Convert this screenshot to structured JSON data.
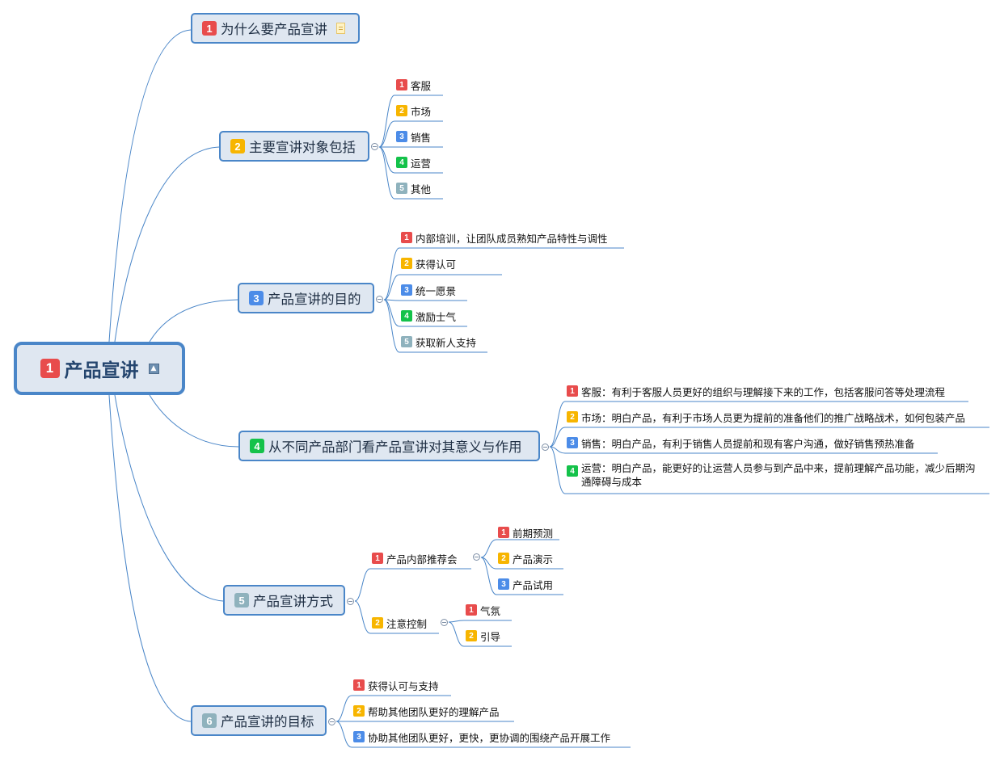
{
  "root": {
    "label": "产品宣讲",
    "badge": "1",
    "icon": "topic-icon"
  },
  "branches": [
    {
      "badge": "1",
      "label": "为什么要产品宣讲",
      "icon": "note-icon",
      "items": []
    },
    {
      "badge": "2",
      "label": "主要宣讲对象包括",
      "items": [
        {
          "badge": "1",
          "label": "客服"
        },
        {
          "badge": "2",
          "label": "市场"
        },
        {
          "badge": "3",
          "label": "销售"
        },
        {
          "badge": "4",
          "label": "运营"
        },
        {
          "badge": "5",
          "label": "其他"
        }
      ]
    },
    {
      "badge": "3",
      "label": "产品宣讲的目的",
      "items": [
        {
          "badge": "1",
          "label": "内部培训，让团队成员熟知产品特性与调性"
        },
        {
          "badge": "2",
          "label": "获得认可"
        },
        {
          "badge": "3",
          "label": "统一愿景"
        },
        {
          "badge": "4",
          "label": "激励士气"
        },
        {
          "badge": "5",
          "label": "获取新人支持"
        }
      ]
    },
    {
      "badge": "4",
      "label": "从不同产品部门看产品宣讲对其意义与作用",
      "items": [
        {
          "badge": "1",
          "label": "客服：有利于客服人员更好的组织与理解接下来的工作，包括客服问答等处理流程"
        },
        {
          "badge": "2",
          "label": "市场：明白产品，有利于市场人员更为提前的准备他们的推广战略战术，如何包装产品"
        },
        {
          "badge": "3",
          "label": "销售：明白产品，有利于销售人员提前和现有客户沟通，做好销售预热准备"
        },
        {
          "badge": "4",
          "label": "运营：明白产品，能更好的让运营人员参与到产品中来，提前理解产品功能，减少后期沟通障碍与成本"
        }
      ]
    },
    {
      "badge": "5",
      "label": "产品宣讲方式",
      "groups": [
        {
          "badge": "1",
          "label": "产品内部推荐会",
          "items": [
            {
              "badge": "1",
              "label": "前期预测"
            },
            {
              "badge": "2",
              "label": "产品演示"
            },
            {
              "badge": "3",
              "label": "产品试用"
            }
          ]
        },
        {
          "badge": "2",
          "label": "注意控制",
          "items": [
            {
              "badge": "1",
              "label": "气氛"
            },
            {
              "badge": "2",
              "label": "引导"
            }
          ]
        }
      ]
    },
    {
      "badge": "6",
      "label": "产品宣讲的目标",
      "items": [
        {
          "badge": "1",
          "label": "获得认可与支持"
        },
        {
          "badge": "2",
          "label": "帮助其他团队更好的理解产品"
        },
        {
          "badge": "3",
          "label": "协助其他团队更好，更快，更协调的围绕产品开展工作"
        }
      ]
    }
  ],
  "colors": {
    "line": "#4a86c8",
    "topic_fill": "#dfe7f1",
    "priority_1": "#e84c4c",
    "priority_2": "#f7b500",
    "priority_3": "#4c8ce8",
    "priority_4": "#14c24a",
    "priority_5": "#8fb2bd"
  }
}
